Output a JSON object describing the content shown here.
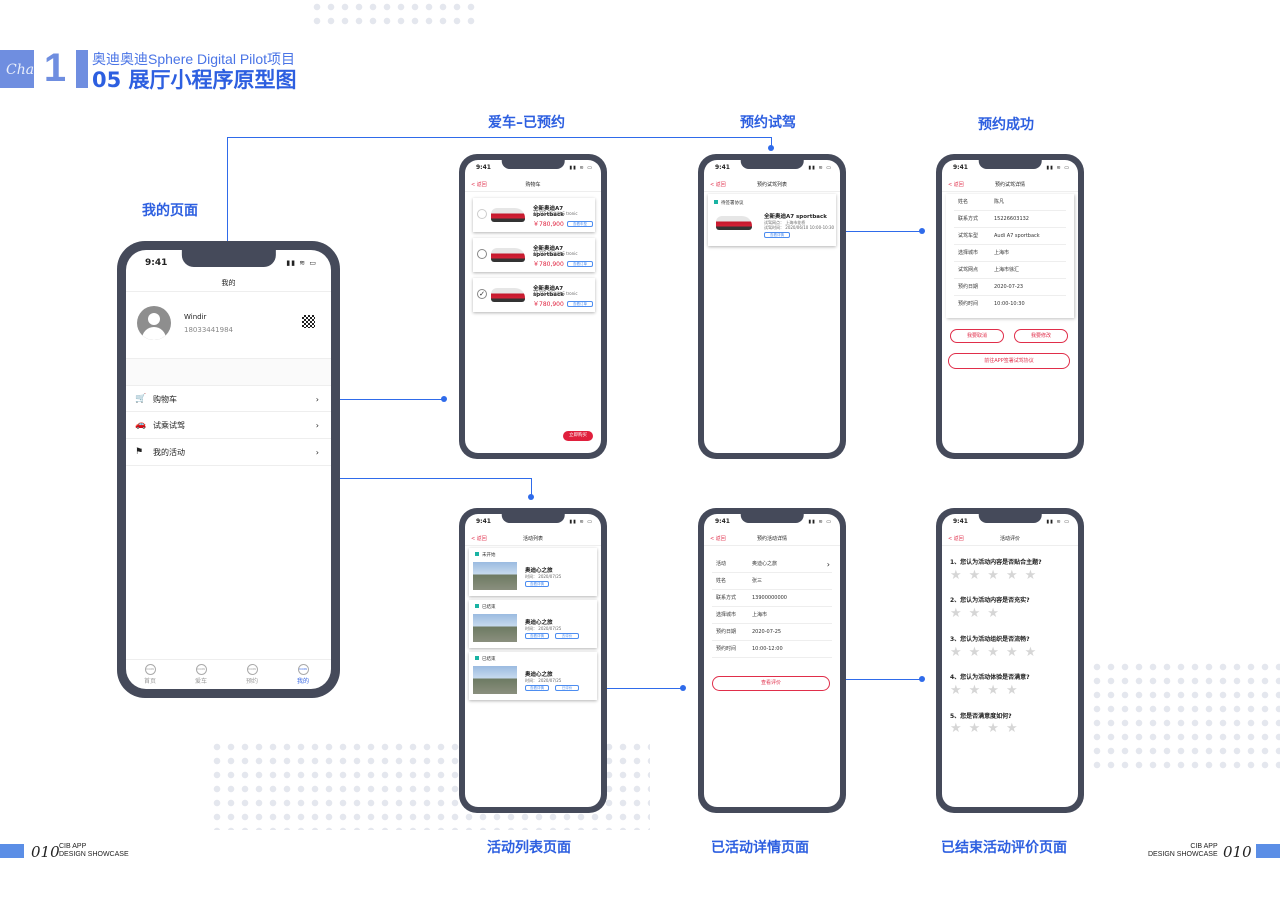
{
  "header": {
    "number": "1",
    "script": "Chapter",
    "subtitle": "奥迪奥迪Sphere Digital Pilot项目",
    "title": "05 展厅小程序原型图"
  },
  "labels": {
    "my_page": "我的页面",
    "car_booked": "爱车–已预约",
    "book_test": "预约试驾",
    "book_success": "预约成功",
    "activity_list": "活动列表页面",
    "activity_detail": "已活动详情页面",
    "activity_review": "已结束活动评价页面"
  },
  "status": {
    "time": "9:41",
    "icons": "▮▮ ≋ ▭"
  },
  "back": "< 返回",
  "my": {
    "nav": "我的",
    "user_name": "Windir",
    "user_phone": "18033441984",
    "menu": [
      {
        "label": "购物车",
        "icon": "cart-icon"
      },
      {
        "label": "试乘试驾",
        "icon": "car-icon"
      },
      {
        "label": "我的活动",
        "icon": "flag-icon"
      }
    ],
    "tabs": [
      "首页",
      "爱车",
      "预约",
      "我的"
    ],
    "tab_icon_text": "ICON",
    "active_color": "#2d5fe0"
  },
  "cart": {
    "nav": "购物车",
    "items": [
      {
        "name": "全新奥迪A7 sportback",
        "desc": "40 TFSI 豪华型 S tronic",
        "price": "￥780,900",
        "btn": "查看车型"
      },
      {
        "name": "全新奥迪A7 sportback",
        "desc": "40 TFSI 豪华型 S tronic",
        "price": "￥780,900",
        "btn": "查看订单"
      },
      {
        "name": "全新奥迪A7 sportback",
        "desc": "40 TFSI 豪华型 S tronic",
        "price": "￥780,900",
        "btn": "查看订单"
      }
    ],
    "buy": "立即购买"
  },
  "test": {
    "nav": "预约试驾列表",
    "tag": "待签署协议",
    "name": "全新奥迪A7 sportback",
    "place": "试驾网点：  上海市花桥",
    "time": "试驾时间：  2020/06/10 10:00-10:30",
    "btn": "查看详情"
  },
  "success": {
    "nav": "预约试驾详情",
    "rows": [
      {
        "k": "姓名",
        "v": "陈凡"
      },
      {
        "k": "联系方式",
        "v": "15226603132"
      },
      {
        "k": "试驾车型",
        "v": "Audi A7 sportback"
      },
      {
        "k": "选择城市",
        "v": "上海市"
      },
      {
        "k": "试驾网点",
        "v": "上海市徐汇"
      },
      {
        "k": "预约日期",
        "v": "2020-07-23"
      },
      {
        "k": "预约时间",
        "v": "10:00-10:30"
      }
    ],
    "cancel": "我要取消",
    "modify": "我要修改",
    "sign": "前往APP签署试驾协议"
  },
  "alist": {
    "nav": "活动列表",
    "groups": [
      {
        "tag": "未开始",
        "title": "奥迪心之旅",
        "time": "时间：  2020/07/25",
        "btns": [
          "查看详情"
        ]
      },
      {
        "tag": "已结束",
        "title": "奥迪心之旅",
        "time": "时间：  2020/07/25",
        "btns": [
          "查看详情",
          "去评价"
        ]
      },
      {
        "tag": "已结束",
        "title": "奥迪心之旅",
        "time": "时间：  2020/07/25",
        "btns": [
          "查看详情",
          "已评价"
        ]
      }
    ]
  },
  "adetail": {
    "nav": "预约活动详情",
    "rows": [
      {
        "k": "活动",
        "v": "奥迪心之旅"
      },
      {
        "k": "姓名",
        "v": "张三"
      },
      {
        "k": "联系方式",
        "v": "13900000000"
      },
      {
        "k": "选择城市",
        "v": "上海市"
      },
      {
        "k": "预约日期",
        "v": "2020-07-25"
      },
      {
        "k": "预约时间",
        "v": "10:00-12:00"
      }
    ],
    "btn": "查看评价"
  },
  "review": {
    "nav": "活动评价",
    "questions": [
      {
        "q": "1、您认为活动内容是否贴合主题?",
        "stars": 5
      },
      {
        "q": "2、您认为活动内容是否充实?",
        "stars": 3
      },
      {
        "q": "3、您认为活动组织是否流畅?",
        "stars": 5
      },
      {
        "q": "4、您认为活动体验是否满意?",
        "stars": 4
      },
      {
        "q": "5、您是否满意度如何?",
        "stars": 4
      }
    ]
  },
  "footer": {
    "num": "010",
    "l1": "CIB APP",
    "l2": "DESIGN SHOWCASE"
  }
}
